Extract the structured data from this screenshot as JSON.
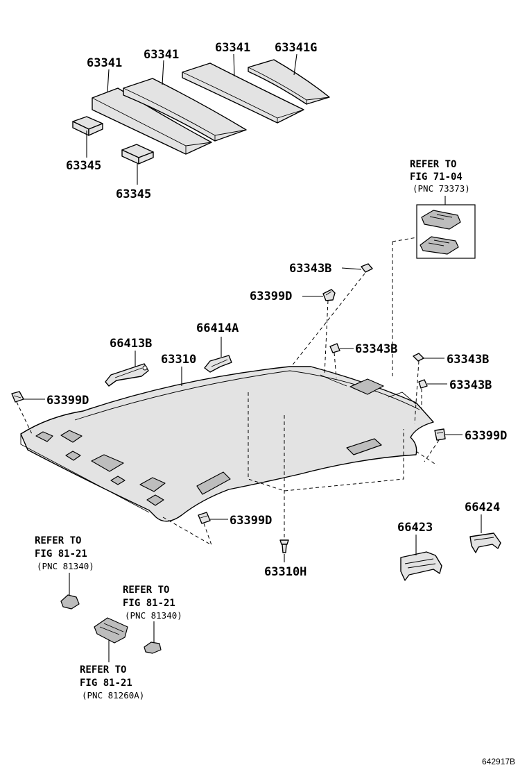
{
  "labels": {
    "pad_a": "63341",
    "pad_b": "63341",
    "pad_c": "63341",
    "pad_g": "63341G",
    "block_a": "63345",
    "block_b": "63345",
    "clip_343_a": "63343B",
    "clip_399_a": "63399D",
    "clip_343_b": "63343B",
    "clip_343_c": "63343B",
    "clip_343_d": "63343B",
    "bracket_414": "66414A",
    "bracket_413": "66413B",
    "headliner": "63310",
    "clip_399_left": "63399D",
    "clip_399_right": "63399D",
    "clip_399_bottom": "63399D",
    "fastener": "63310H",
    "grip_423": "66423",
    "grip_424": "66424",
    "catalog_number": "642917B"
  },
  "references": {
    "map_lamp": {
      "line1": "REFER TO",
      "line2": "FIG 71-04",
      "line3": "(PNC 73373)"
    },
    "lamp_left": {
      "line1": "REFER TO",
      "line2": "FIG 81-21",
      "line3": "(PNC 81340)"
    },
    "lamp_mid": {
      "line1": "REFER TO",
      "line2": "FIG 81-21",
      "line3": "(PNC 81340)"
    },
    "console": {
      "line1": "REFER TO",
      "line2": "FIG 81-21",
      "line3": "(PNC 81260A)"
    }
  }
}
